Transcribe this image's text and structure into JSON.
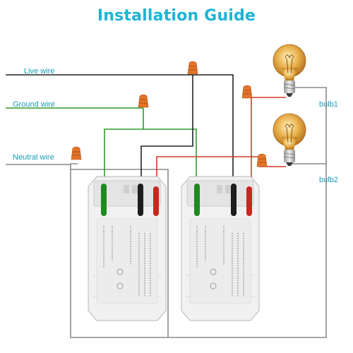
{
  "title": "Installation Guide",
  "wires": {
    "live": "Live wire",
    "ground": "Ground wire",
    "neutral": "Neutral wire"
  },
  "bulbs": {
    "bulb1": "bulb1",
    "bulb2": "bulb2"
  },
  "colors": {
    "title": "#1cb5d6",
    "label": "#1a9bb8",
    "ground_wire": "#2e9a2e",
    "live_wire": "#222222",
    "load_wire": "#d23a2a",
    "neutral_wire": "#8a8a8a",
    "wire_nut": "#e2742a",
    "switch_body": "#f1f1f1"
  }
}
